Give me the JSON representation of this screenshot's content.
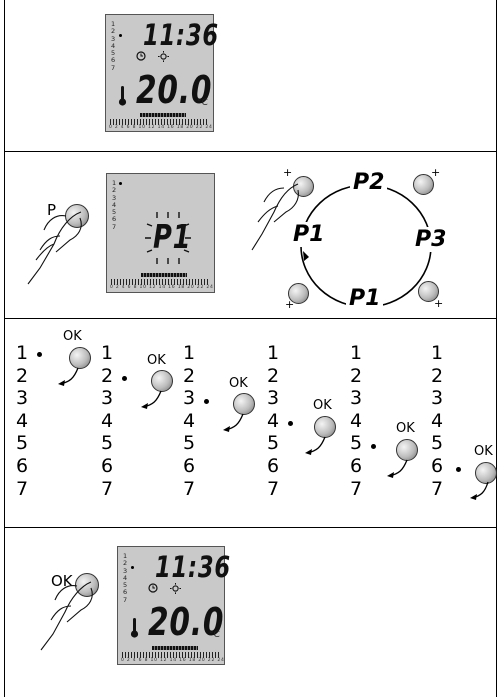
{
  "days": [
    "1",
    "2",
    "3",
    "4",
    "5",
    "6",
    "7"
  ],
  "hour_scale": "0 2 4 6 8 10 12 14 16 18 20 22 24",
  "display": {
    "time": "11:36",
    "temperature": "20.0",
    "unit": "°C"
  },
  "program_display": {
    "text": "P1"
  },
  "buttons": {
    "p": "P",
    "ok": "OK",
    "plus": "+"
  },
  "programs": {
    "top_left": "P2",
    "left": "P1",
    "right": "P3",
    "bottom": "P1"
  }
}
